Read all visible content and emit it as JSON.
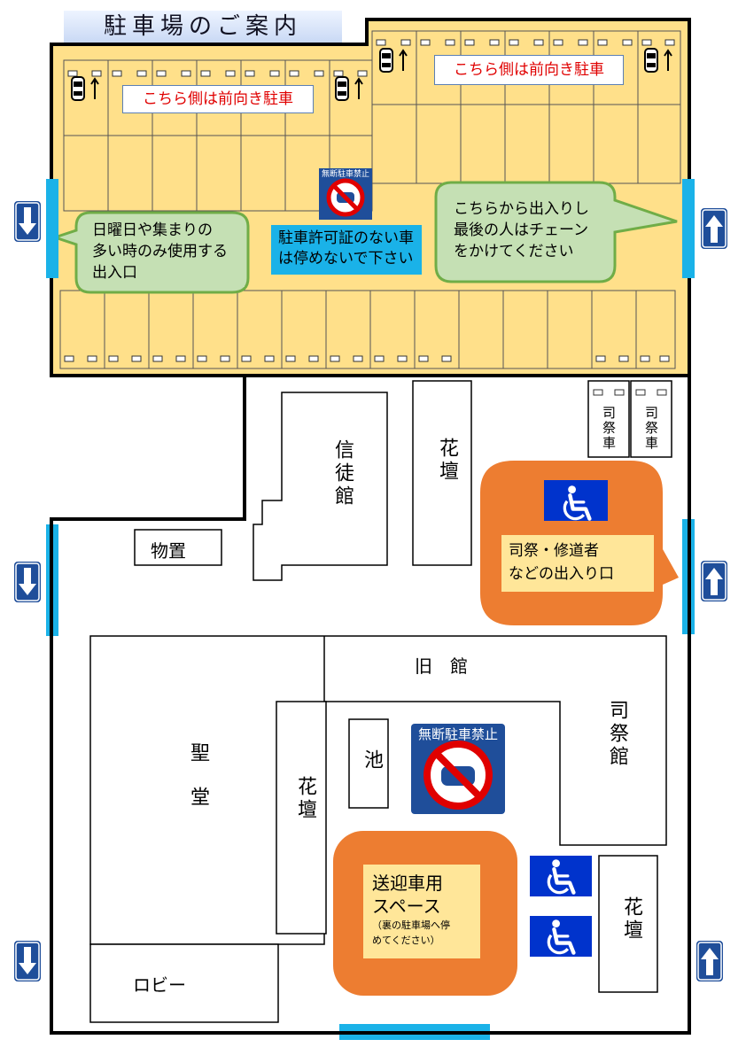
{
  "title": "駐車場のご案内",
  "parking_labels": {
    "left": "こちら側は前向き駐車",
    "right": "こちら側は前向き駐車"
  },
  "bubbles": {
    "left_entrance": [
      "日曜日や集まりの",
      "多い時のみ使用する",
      "出入口"
    ],
    "right_entrance": [
      "こちらから出入りし",
      "最後の人はチェーン",
      "をかけてください"
    ]
  },
  "permit_notice": [
    "駐車許可証のない車",
    "は停めないで下さい"
  ],
  "no_parking_sign": "無断駐車禁止",
  "buildings": {
    "shinto_kan": "信徒館",
    "kadan": "花壇",
    "shisai_sha": "司祭車",
    "mono_oki": "物置",
    "kyu_kan": "旧　館",
    "shisai_kan": "司祭館",
    "ike": "池",
    "seido": "聖堂",
    "lobby": "ロビー"
  },
  "priest_entrance": [
    "司祭・修道者",
    "などの出入り口"
  ],
  "shuttle_space": {
    "title": [
      "送迎車用",
      "スペース"
    ],
    "note": [
      "（裏の駐車場へ停",
      "めてください）"
    ]
  },
  "colors": {
    "parking_lot": "#ffe08a",
    "bubble_green": "#c5e0b4",
    "bubble_border": "#70ad47",
    "orange": "#ed7d31",
    "cyan": "#1ab2e8",
    "sign_blue": "#1f4e9a",
    "accessible_blue": "#0033cc",
    "label_red": "#e00000"
  },
  "icons": [
    "wheelchair-icon",
    "no-parking-icon",
    "car-icon",
    "arrow-up-icon",
    "arrow-down-icon"
  ]
}
